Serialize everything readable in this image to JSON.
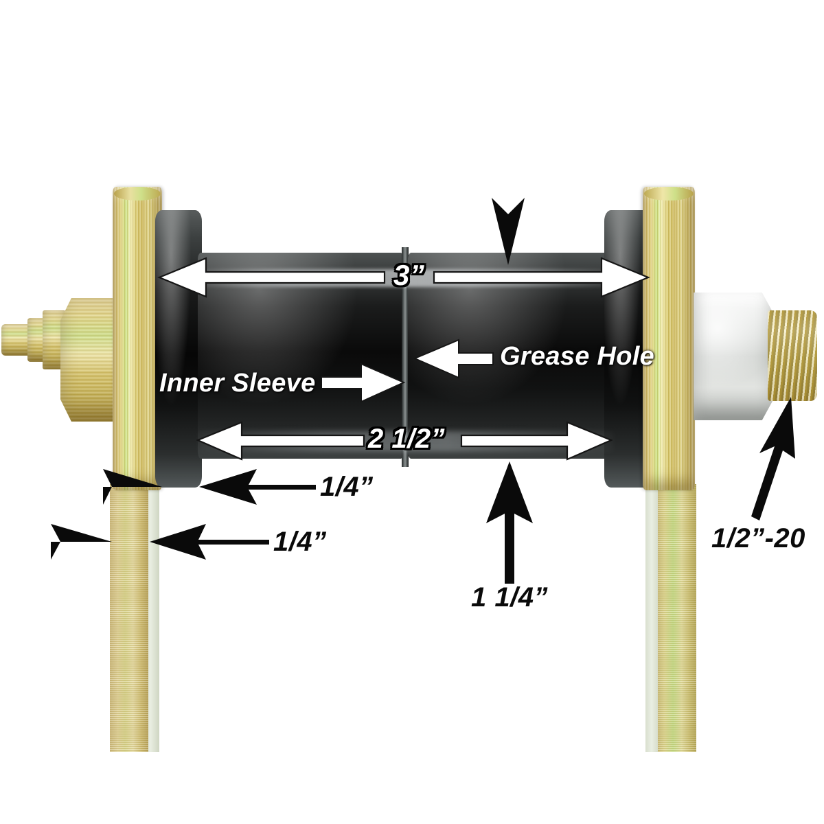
{
  "diagram": {
    "title": "Greasable Bolt-Through Bushing Dimensional Diagram",
    "subject": "shackle bushing assembly with zinc plated washers and straps",
    "background_color": "#ffffff"
  },
  "annotations": {
    "overall_length": {
      "text": "3”",
      "style": "white-outline",
      "arrow": "double-horizontal"
    },
    "sleeve_length": {
      "text": "2 1/2”",
      "style": "white-outline",
      "arrow": "double-horizontal"
    },
    "inner_sleeve": {
      "text": "Inner Sleeve",
      "style": "white",
      "arrow": "right"
    },
    "grease_hole": {
      "text": "Grease Hole",
      "style": "white",
      "arrow": "left"
    },
    "flange_thickness_upper": {
      "text": "1/4”",
      "style": "black",
      "arrow": "left"
    },
    "flange_thickness_lower": {
      "text": "1/4”",
      "style": "black",
      "arrow": "left"
    },
    "sleeve_diameter": {
      "text": "1  1/4”",
      "style": "black",
      "arrow": "up"
    },
    "thread_spec": {
      "text": "1/2”-20",
      "style": "black",
      "arrow": "up-right"
    }
  },
  "parts": [
    {
      "name": "grease-fitting",
      "label": "grease zerk fitting",
      "finish": "yellow-zinc"
    },
    {
      "name": "hex-head-bolt",
      "label": "hex head bolt",
      "finish": "yellow-zinc"
    },
    {
      "name": "washer-left",
      "label": "left flat washer",
      "finish": "yellow-zinc"
    },
    {
      "name": "washer-right",
      "label": "right flat washer",
      "finish": "yellow-zinc"
    },
    {
      "name": "bushing-left",
      "label": "left bushing half",
      "finish": "black-rubber"
    },
    {
      "name": "bushing-right",
      "label": "right bushing half",
      "finish": "black-rubber"
    },
    {
      "name": "inner-sleeve",
      "label": "inner steel sleeve",
      "finish": "black"
    },
    {
      "name": "strap-left",
      "label": "left shackle strap",
      "finish": "yellow-zinc"
    },
    {
      "name": "strap-right",
      "label": "right shackle strap",
      "finish": "yellow-zinc"
    },
    {
      "name": "hex-nut",
      "label": "hex nut",
      "finish": "clear-zinc"
    },
    {
      "name": "threaded-stud",
      "label": "threaded stud end",
      "finish": "yellow-zinc"
    }
  ],
  "colors": {
    "rubber": "#0a0a0a",
    "yellow_zinc": "#d4c166",
    "clear_zinc": "#d8dbd8",
    "strap": "#d6c88a",
    "annotation_white": "#ffffff",
    "annotation_black": "#0a0a0a"
  }
}
